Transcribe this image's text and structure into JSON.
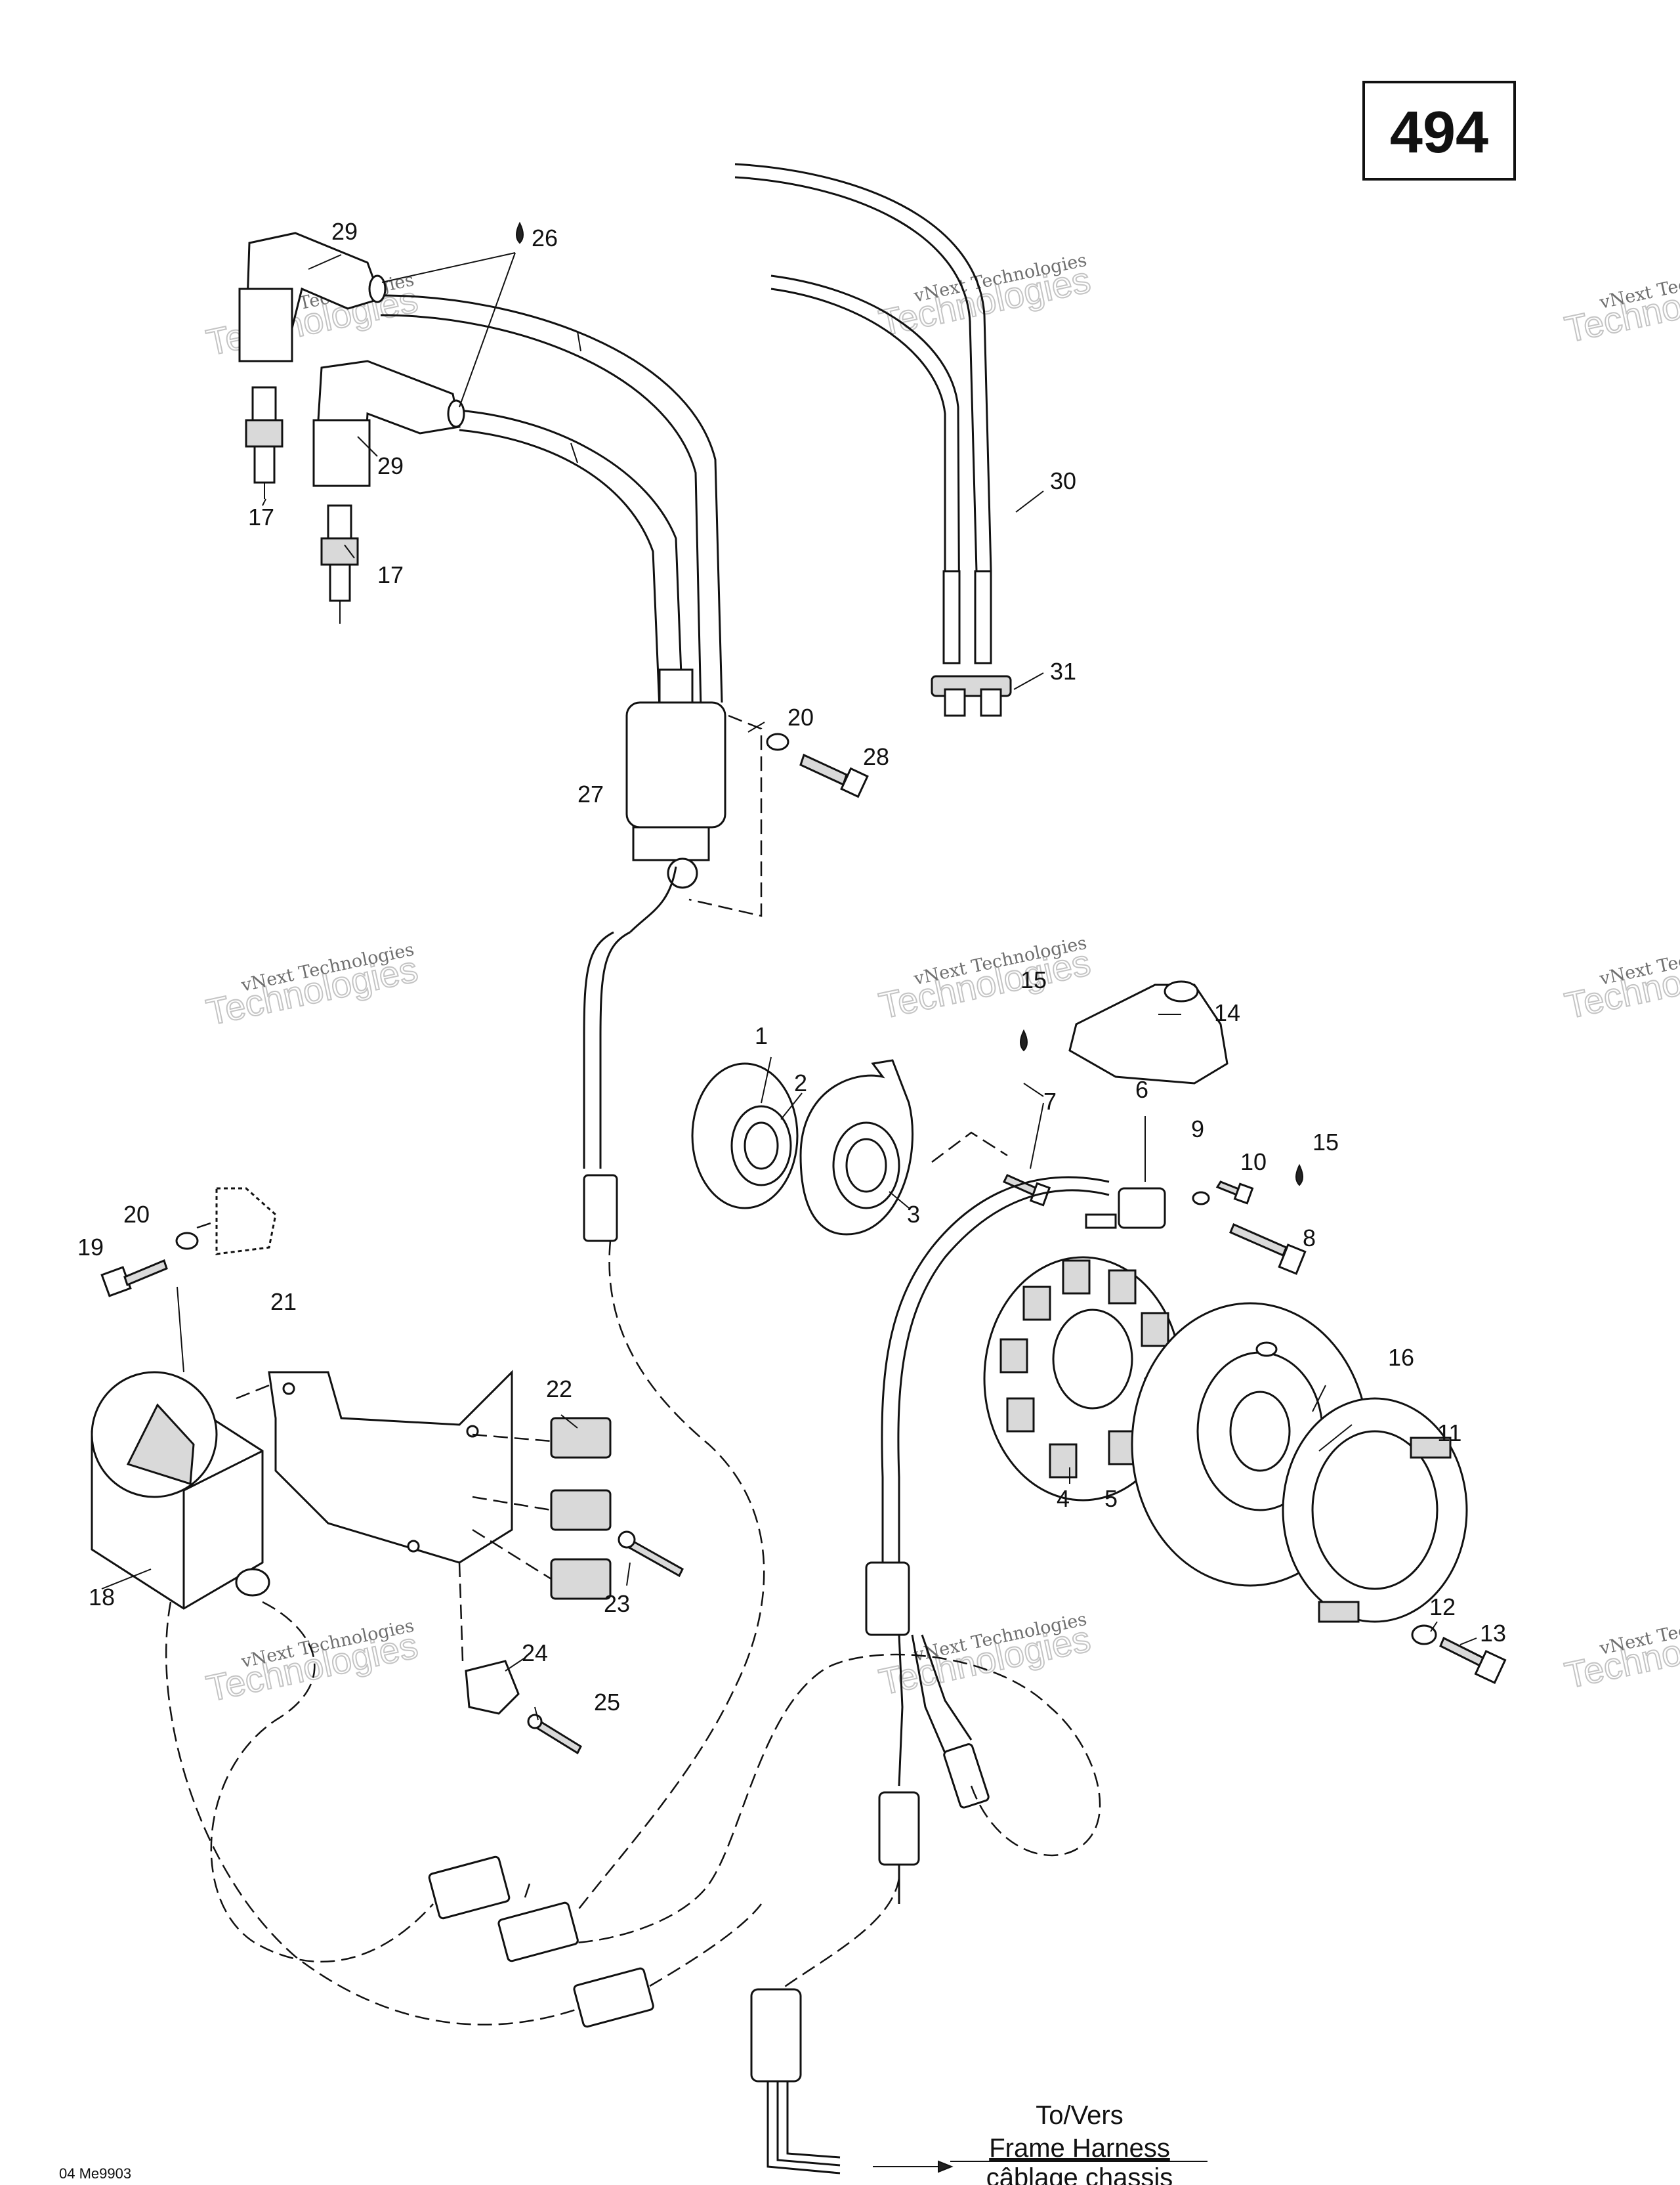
{
  "page_number": "494",
  "drawing_code": "04 Me9903",
  "harness_label": {
    "line1": "To/Vers",
    "line2": "Frame Harness",
    "line3": "câblage chassis"
  },
  "watermark": {
    "line1": "vNext Technologies",
    "line2": "Technologies"
  },
  "callouts": [
    "29",
    "26",
    "29",
    "17",
    "17",
    "30",
    "31",
    "20",
    "28",
    "27",
    "15",
    "14",
    "1",
    "2",
    "7",
    "3",
    "6",
    "9",
    "10",
    "15",
    "8",
    "20",
    "19",
    "21",
    "22",
    "16",
    "11",
    "4",
    "5",
    "18",
    "23",
    "12",
    "13",
    "24",
    "25"
  ]
}
